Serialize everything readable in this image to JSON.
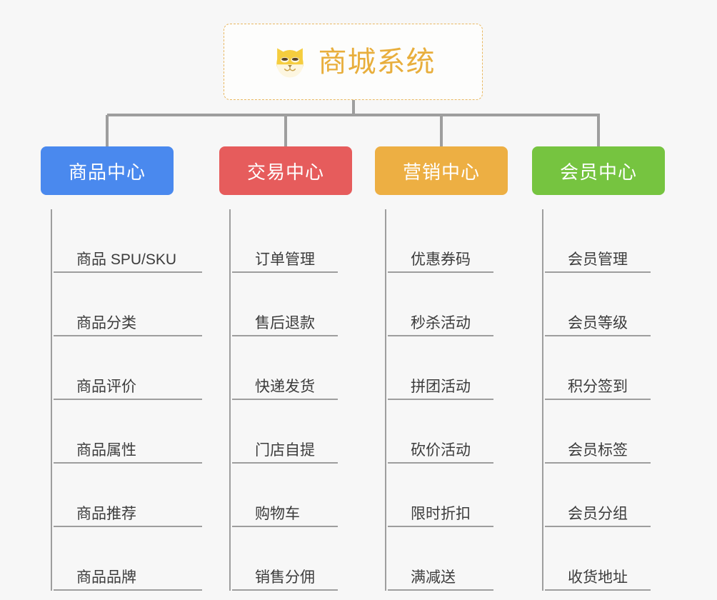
{
  "diagram": {
    "type": "tree-mindmap",
    "background_color": "#f7f7f7",
    "root": {
      "title": "商城系统",
      "icon": "shiba-dog-icon",
      "text_color": "#e8ae3c",
      "border_color": "#e9b861"
    },
    "connector_color": "#9e9e9e",
    "branches": [
      {
        "label": "商品中心",
        "color": "#4a89ee",
        "leaves": [
          "商品 SPU/SKU",
          "商品分类",
          "商品评价",
          "商品属性",
          "商品推荐",
          "商品品牌"
        ]
      },
      {
        "label": "交易中心",
        "color": "#e65c5c",
        "leaves": [
          "订单管理",
          "售后退款",
          "快递发货",
          "门店自提",
          "购物车",
          "销售分佣"
        ]
      },
      {
        "label": "营销中心",
        "color": "#edaf43",
        "leaves": [
          "优惠券码",
          "秒杀活动",
          "拼团活动",
          "砍价活动",
          "限时折扣",
          "满减送"
        ]
      },
      {
        "label": "会员中心",
        "color": "#76c440",
        "leaves": [
          "会员管理",
          "会员等级",
          "积分签到",
          "会员标签",
          "会员分组",
          "收货地址"
        ]
      }
    ]
  }
}
